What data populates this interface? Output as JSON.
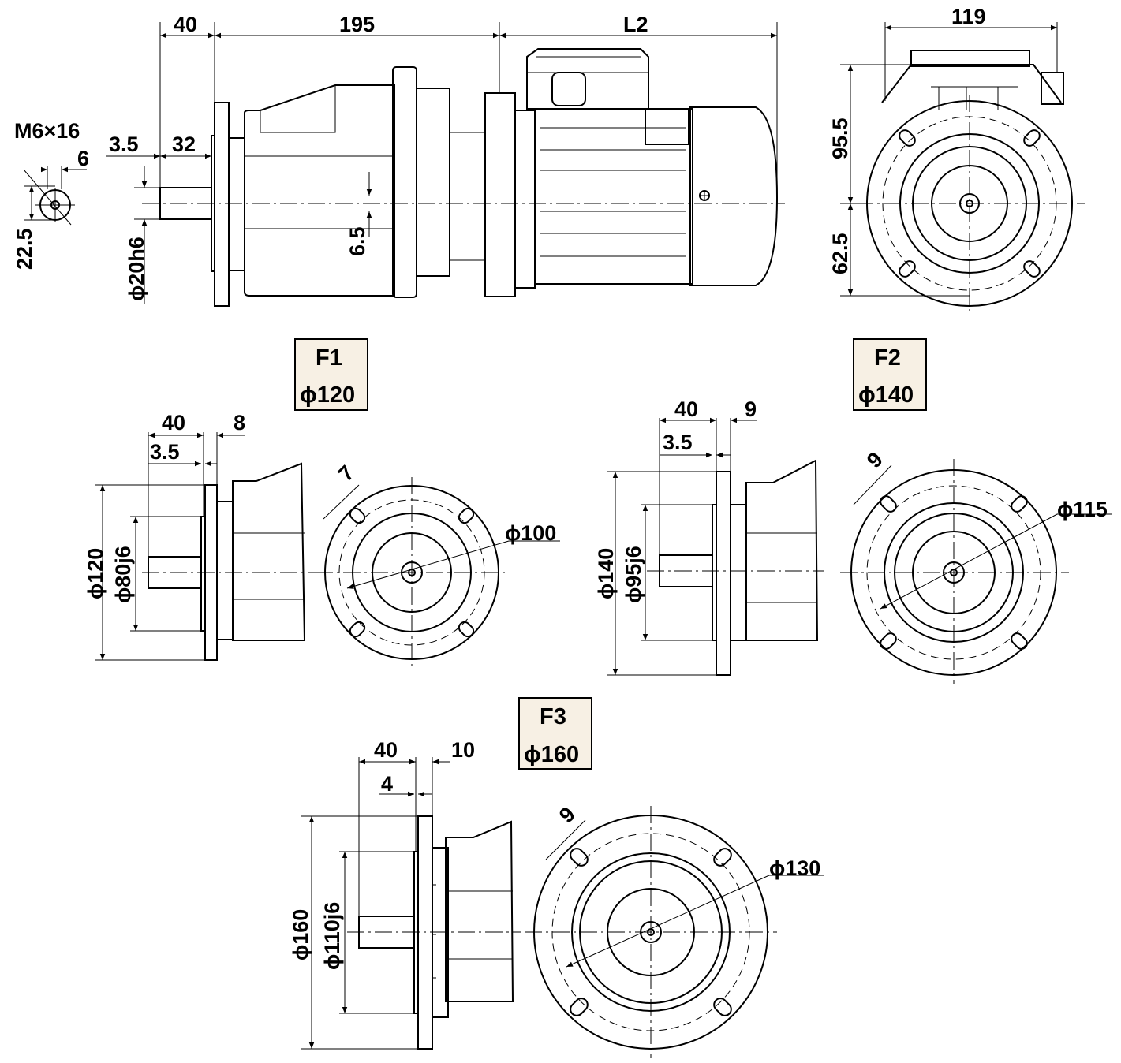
{
  "top_view": {
    "dims": {
      "d40": "40",
      "d195": "195",
      "dL2": "L2",
      "d119": "119",
      "d3_5": "3.5",
      "d32": "32",
      "d6": "6",
      "dM6": "M6×16",
      "d22_5": "22.5",
      "d20h6": "ϕ20h6",
      "d6_5": "6.5",
      "d95_5": "95.5",
      "d62_5": "62.5"
    }
  },
  "variants": [
    {
      "code": "F1",
      "flange": "ϕ120",
      "dims": {
        "a": "40",
        "b": "8",
        "c": "3.5",
        "slot": "7",
        "bolt_circle": "ϕ100",
        "outer": "ϕ120",
        "spigot": "ϕ80j6"
      }
    },
    {
      "code": "F2",
      "flange": "ϕ140",
      "dims": {
        "a": "40",
        "b": "9",
        "c": "3.5",
        "slot": "9",
        "bolt_circle": "ϕ115",
        "outer": "ϕ140",
        "spigot": "ϕ95j6"
      }
    },
    {
      "code": "F3",
      "flange": "ϕ160",
      "dims": {
        "a": "40",
        "b": "10",
        "c": "4",
        "slot": "9",
        "bolt_circle": "ϕ130",
        "outer": "ϕ160",
        "spigot": "ϕ110j6"
      }
    }
  ]
}
